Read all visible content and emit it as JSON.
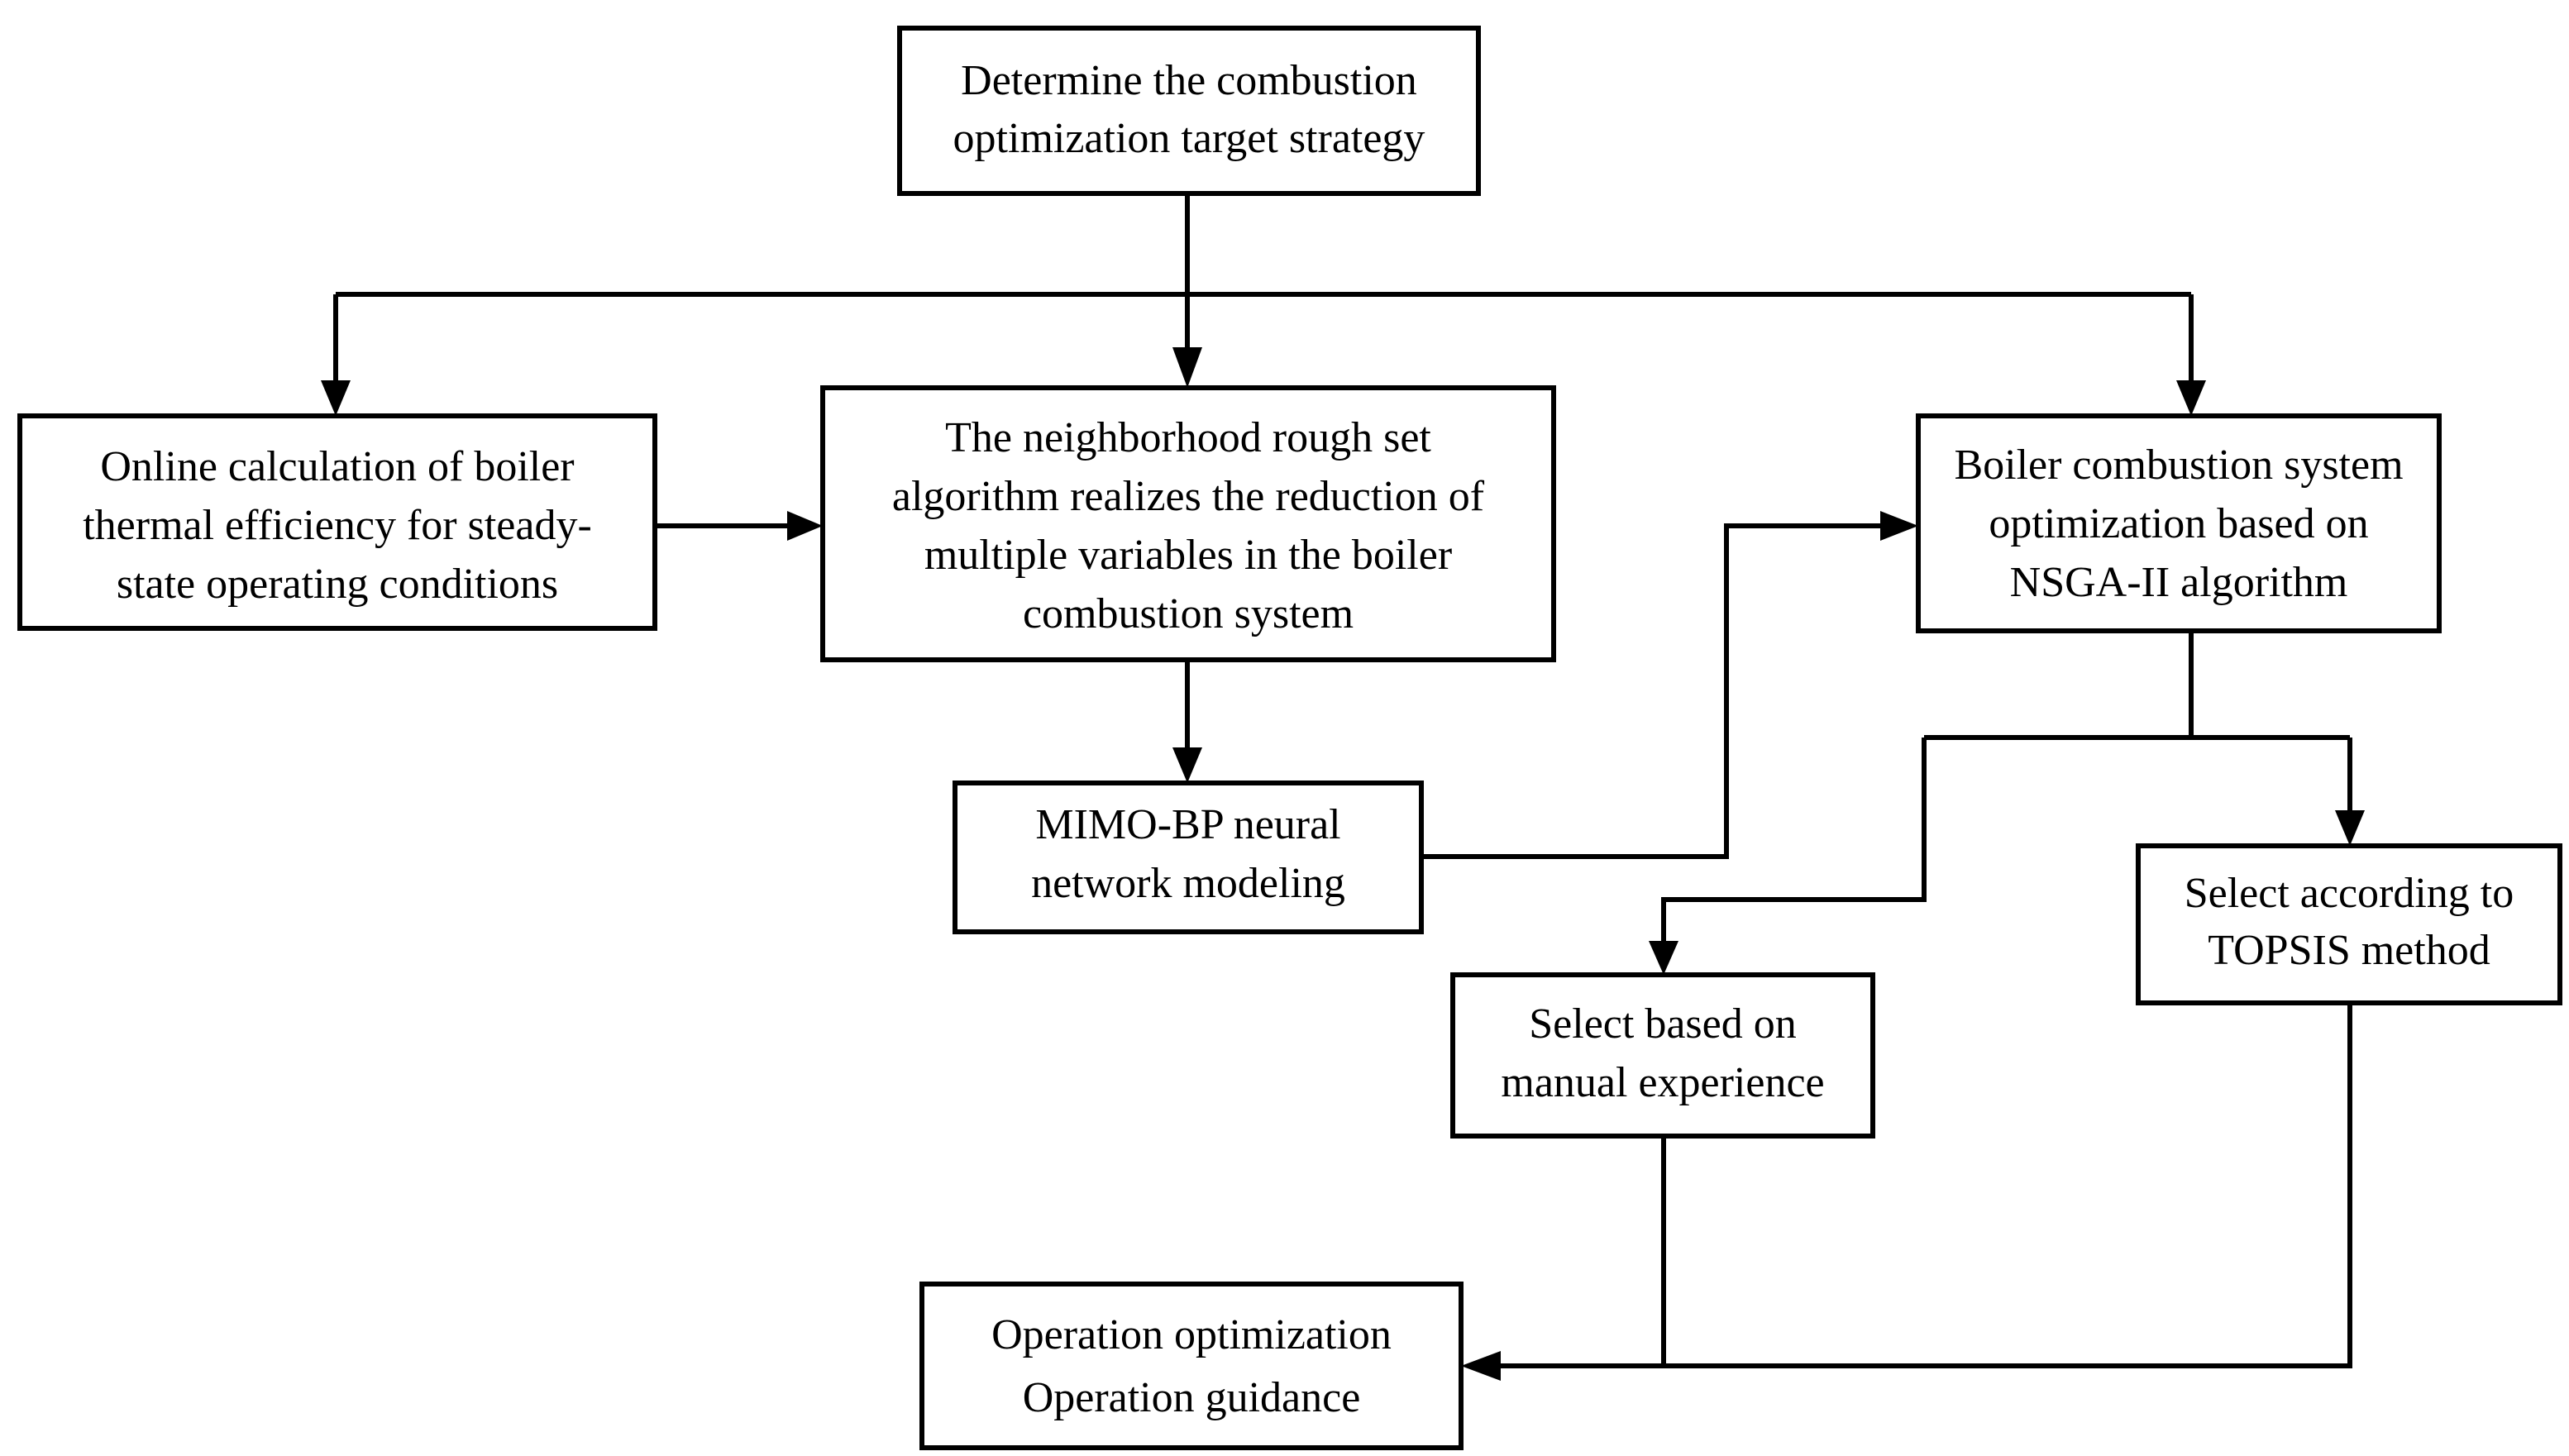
{
  "diagram": {
    "type": "flowchart",
    "nodes": {
      "strategy": {
        "lines": [
          "Determine the combustion",
          "optimization target strategy"
        ]
      },
      "efficiency": {
        "lines": [
          "Online calculation of boiler",
          "thermal efficiency for steady-",
          "state operating conditions"
        ]
      },
      "rough_set": {
        "lines": [
          "The neighborhood rough set",
          "algorithm realizes the reduction of",
          "multiple variables in the boiler",
          "combustion system"
        ]
      },
      "mimo_bp": {
        "lines": [
          "MIMO-BP neural",
          "network modeling"
        ]
      },
      "nsga": {
        "lines": [
          "Boiler combustion system",
          "optimization based on",
          "NSGA-II algorithm"
        ]
      },
      "topsis": {
        "lines": [
          "Select according to",
          "TOPSIS method"
        ]
      },
      "manual": {
        "lines": [
          "Select based on",
          "manual experience"
        ]
      },
      "operation": {
        "lines": [
          "Operation optimization",
          "Operation guidance"
        ]
      }
    },
    "edges": [
      {
        "from": "strategy",
        "to": "efficiency"
      },
      {
        "from": "strategy",
        "to": "rough_set"
      },
      {
        "from": "strategy",
        "to": "nsga"
      },
      {
        "from": "efficiency",
        "to": "rough_set"
      },
      {
        "from": "rough_set",
        "to": "mimo_bp"
      },
      {
        "from": "mimo_bp",
        "to": "nsga"
      },
      {
        "from": "nsga",
        "to": "manual"
      },
      {
        "from": "nsga",
        "to": "topsis"
      },
      {
        "from": "manual",
        "to": "operation"
      },
      {
        "from": "topsis",
        "to": "operation"
      }
    ]
  }
}
